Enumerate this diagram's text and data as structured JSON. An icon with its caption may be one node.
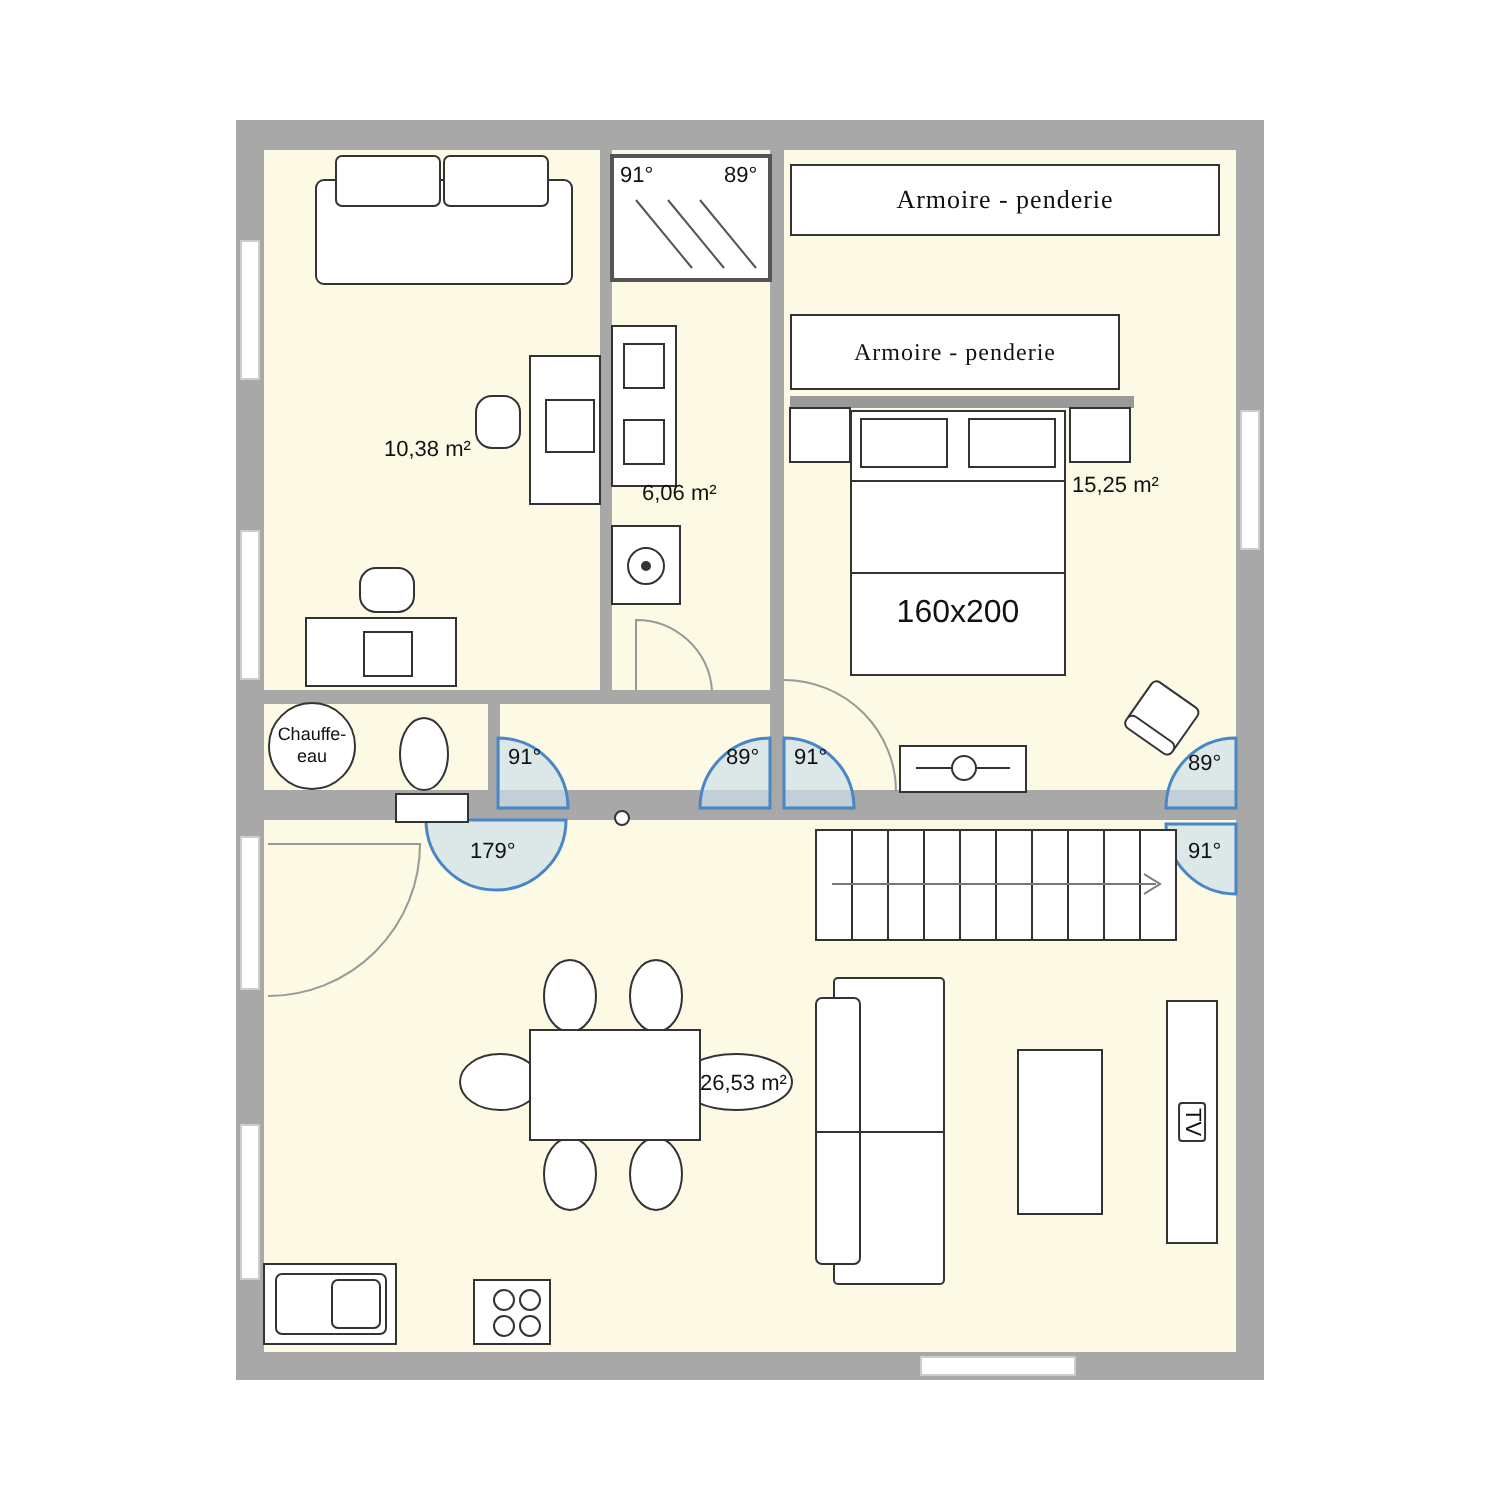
{
  "diagram": {
    "nodes": [
      {
        "text": [
          "10,38 m²"
        ]
      },
      {
        "text": [
          "6,06 m²"
        ]
      },
      {
        "text": [
          "15,25 m²"
        ]
      },
      {
        "text": [
          "Armoire - penderie"
        ],
        "in": 2
      },
      {
        "text": [
          "Armoire - penderie"
        ],
        "in": 2
      },
      {
        "text": [
          "160x200"
        ],
        "in": 2
      },
      {
        "text": [
          "Chauffe-eau"
        ]
      },
      {
        "text": [
          "26,53 m²"
        ]
      },
      {
        "text": [
          "TV"
        ],
        "in": 7
      }
    ],
    "labels": [
      "91°",
      "89°",
      "91°",
      "89°",
      "91°",
      "89°",
      "179°",
      "91°"
    ]
  }
}
